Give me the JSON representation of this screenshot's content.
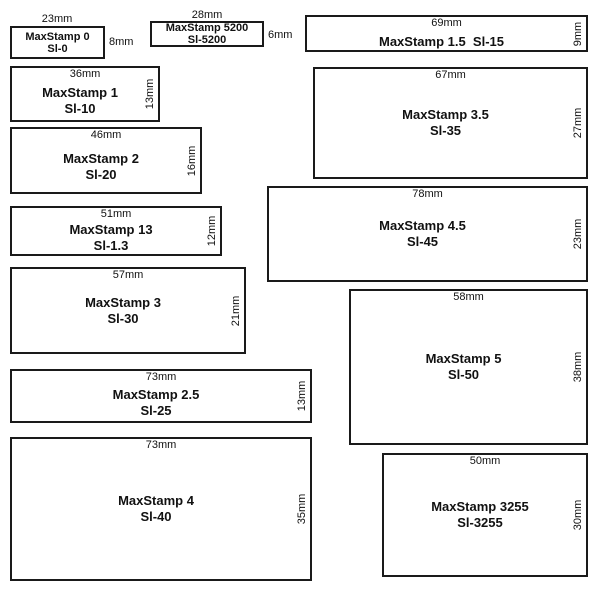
{
  "stamps": [
    {
      "id": "sl-0",
      "width": "23mm",
      "height": "8mm",
      "name": "MaxStamp 0",
      "code": "Sl-0"
    },
    {
      "id": "sl-5200",
      "width": "28mm",
      "height": "6mm",
      "name": "MaxStamp 5200",
      "code": "Sl-5200"
    },
    {
      "id": "sl-15",
      "width": "69mm",
      "height": "9mm",
      "name": "MaxStamp 1.5",
      "code": "Sl-15"
    },
    {
      "id": "sl-10",
      "width": "36mm",
      "height": "13mm",
      "name": "MaxStamp 1",
      "code": "Sl-10"
    },
    {
      "id": "sl-35",
      "width": "67mm",
      "height": "27mm",
      "name": "MaxStamp 3.5",
      "code": "Sl-35"
    },
    {
      "id": "sl-20",
      "width": "46mm",
      "height": "16mm",
      "name": "MaxStamp 2",
      "code": "Sl-20"
    },
    {
      "id": "sl-45",
      "width": "78mm",
      "height": "23mm",
      "name": "MaxStamp 4.5",
      "code": "Sl-45"
    },
    {
      "id": "sl-13",
      "width": "51mm",
      "height": "12mm",
      "name": "MaxStamp 13",
      "code": "Sl-1.3"
    },
    {
      "id": "sl-30",
      "width": "57mm",
      "height": "21mm",
      "name": "MaxStamp 3",
      "code": "Sl-30"
    },
    {
      "id": "sl-50",
      "width": "58mm",
      "height": "38mm",
      "name": "MaxStamp 5",
      "code": "Sl-50"
    },
    {
      "id": "sl-25",
      "width": "73mm",
      "height": "13mm",
      "name": "MaxStamp 2.5",
      "code": "Sl-25"
    },
    {
      "id": "sl-40",
      "width": "73mm",
      "height": "35mm",
      "name": "MaxStamp 4",
      "code": "Sl-40"
    },
    {
      "id": "sl-3255",
      "width": "50mm",
      "height": "30mm",
      "name": "MaxStamp 3255",
      "code": "Sl-3255"
    }
  ]
}
